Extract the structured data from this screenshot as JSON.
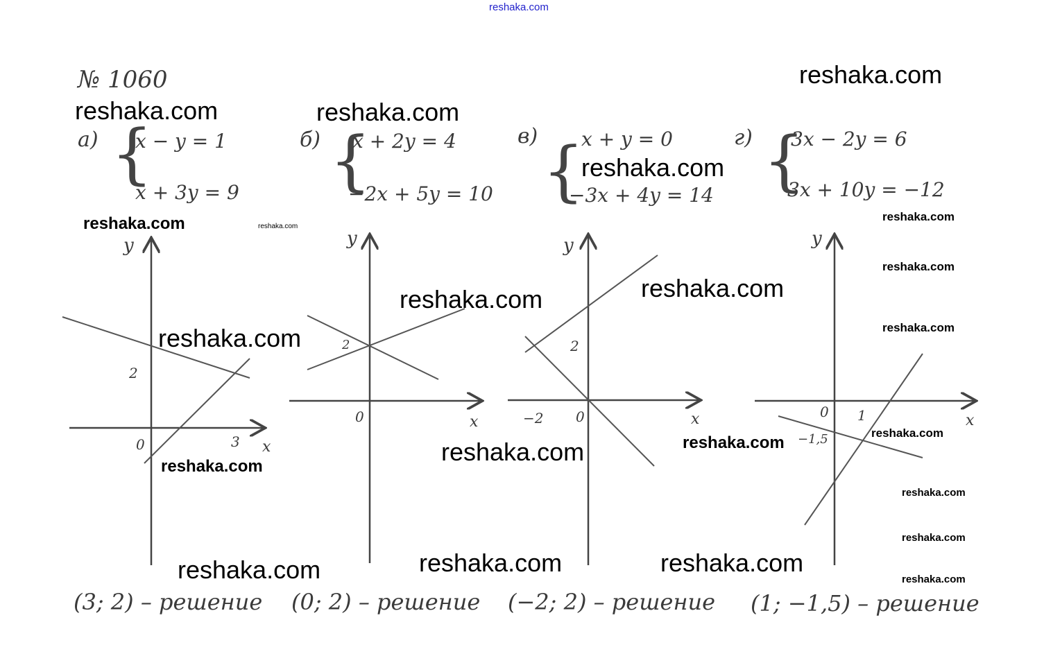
{
  "header_link": "reshaka.com",
  "problem_number": "№ 1060",
  "parts": [
    {
      "label": "а)",
      "eq1": "x − y = 1",
      "eq2": "x + 3y = 9",
      "answer": "(3; 2) – решение",
      "axis": {
        "y": "y",
        "x": "x",
        "origin": "0",
        "ticks": [
          "2",
          "3"
        ]
      }
    },
    {
      "label": "б)",
      "eq1": "x + 2y = 4",
      "eq2": "−2x + 5y = 10",
      "answer": "(0; 2) – решение",
      "axis": {
        "y": "y",
        "x": "x",
        "origin": "0",
        "ticks": [
          "2"
        ]
      }
    },
    {
      "label": "в)",
      "eq1": "x + y = 0",
      "eq2": "−3x + 4y = 14",
      "answer": "(−2; 2) – решение",
      "axis": {
        "y": "y",
        "x": "x",
        "origin": "0",
        "ticks": [
          "2",
          "−2"
        ]
      }
    },
    {
      "label": "г)",
      "eq1": "3x − 2y = 6",
      "eq2": "3x + 10y = −12",
      "answer": "(1; −1,5) – решение",
      "axis": {
        "y": "y",
        "x": "x",
        "origin": "0",
        "ticks": [
          "1",
          "−1,5"
        ]
      }
    }
  ],
  "watermark": "reshaka.com",
  "colors": {
    "link": "#2222cc",
    "ink": "#3a3a3a"
  }
}
